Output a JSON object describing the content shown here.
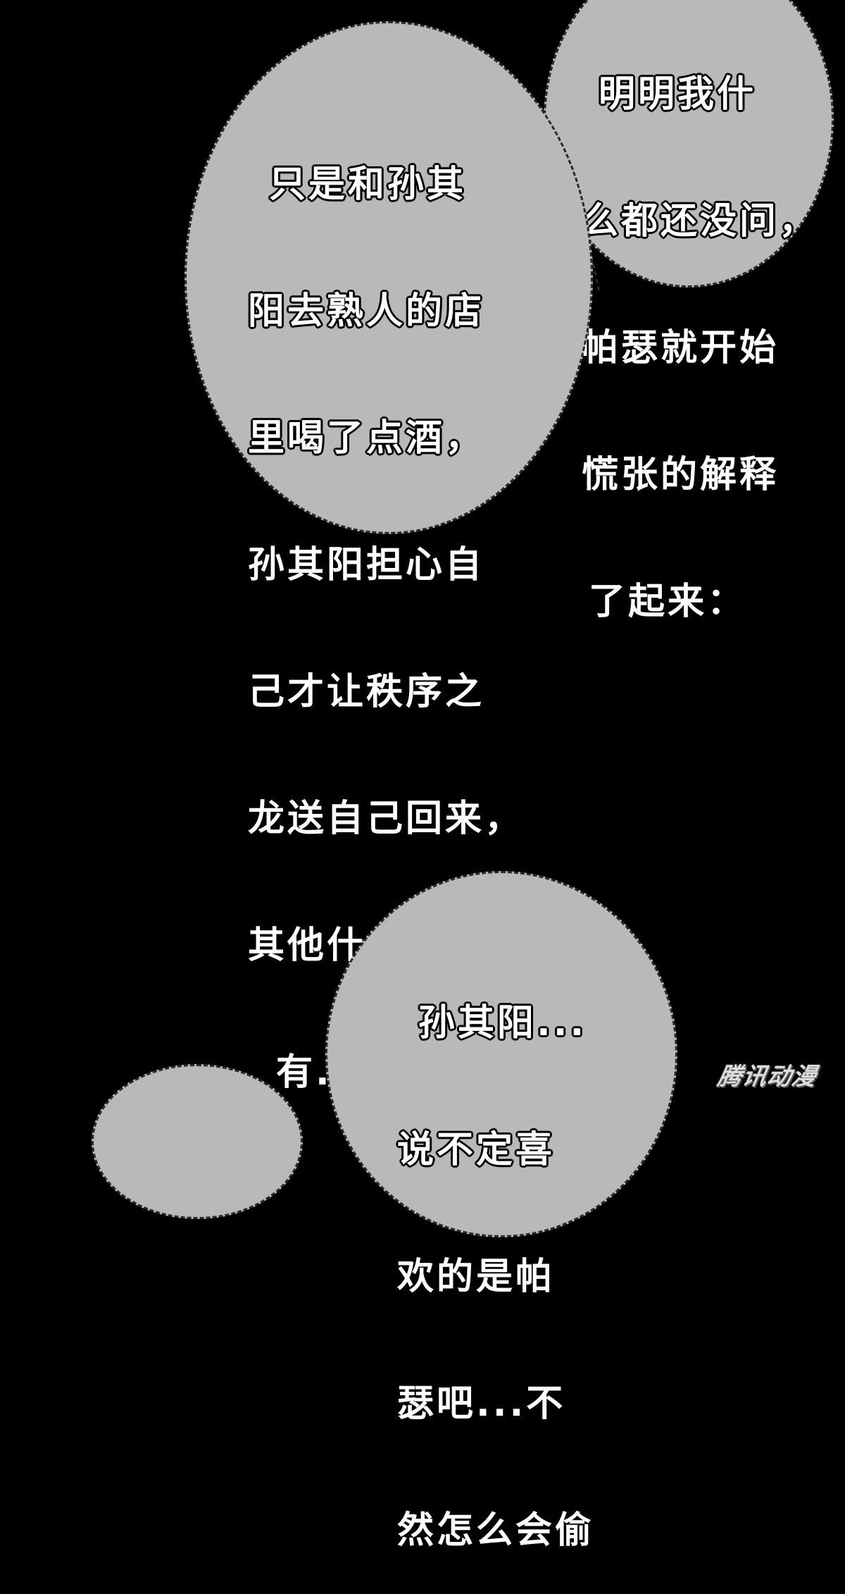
{
  "bubbles": {
    "top_right": {
      "lines": [
        "明明我什",
        "么都还没问，",
        "帕瑟就开始",
        "慌张的解释",
        "了起来："
      ]
    },
    "middle_left": {
      "lines": [
        "只是和孙其",
        "阳去熟人的店",
        "里喝了点酒，",
        "孙其阳担心自",
        "己才让秩序之",
        "龙送自己回来，",
        "其他什么也没",
        "有..."
      ]
    },
    "bottom": {
      "lines": [
        "孙其阳...",
        "说不定喜",
        "欢的是帕",
        "瑟吧...不",
        "然怎么会偷"
      ]
    }
  },
  "watermark": {
    "text": "腾讯动漫"
  },
  "colors": {
    "background": "#000000",
    "bubble_fill": "#b9b9b9",
    "text": "#ffffff"
  }
}
